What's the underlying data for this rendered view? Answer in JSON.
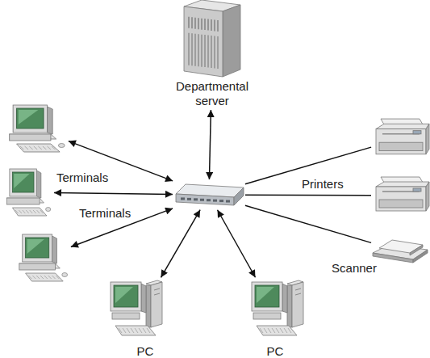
{
  "diagram": {
    "nodes": [
      {
        "text": [
          "Departmental server"
        ]
      },
      {
        "text": []
      },
      {
        "text": []
      },
      {
        "text": []
      },
      {
        "text": []
      },
      {
        "text": []
      },
      {
        "text": []
      },
      {
        "text": [
          "Scanner"
        ]
      },
      {
        "text": [
          "PC"
        ]
      },
      {
        "text": [
          "PC"
        ]
      }
    ],
    "edges": [
      {
        "from": 0,
        "to": 4,
        "arrow": "both"
      },
      {
        "from": 1,
        "to": 4,
        "arrow": "both"
      },
      {
        "from": 3,
        "to": 4,
        "arrow": "both"
      },
      {
        "from": 6,
        "to": 4,
        "arrow": "both"
      },
      {
        "from": 4,
        "to": 2,
        "arrow": "none"
      },
      {
        "from": 4,
        "to": 5,
        "arrow": "none"
      },
      {
        "from": 4,
        "to": 7,
        "arrow": "none"
      },
      {
        "from": 8,
        "to": 4,
        "arrow": "both"
      },
      {
        "from": 9,
        "to": 4,
        "arrow": "both"
      }
    ],
    "labels": [
      "Terminals",
      "Terminals",
      "Printers"
    ]
  }
}
